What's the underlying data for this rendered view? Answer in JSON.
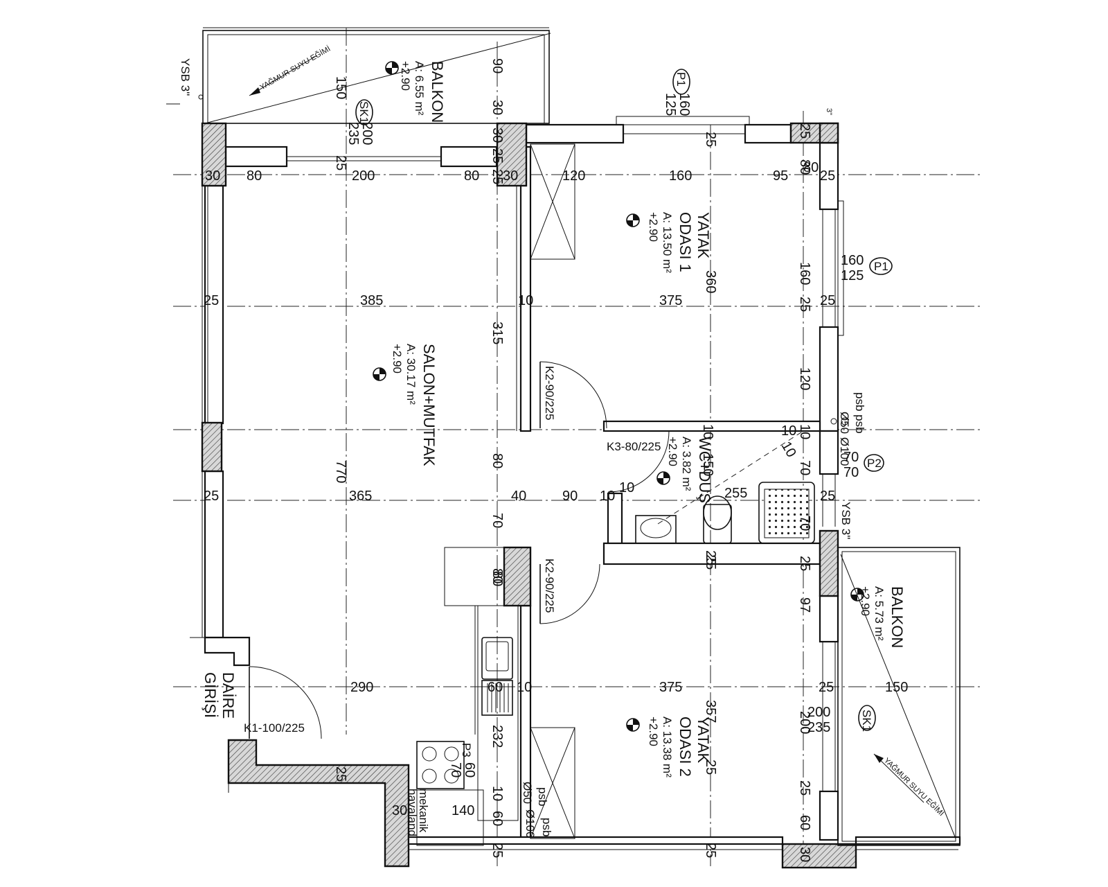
{
  "rooms": {
    "balkon_top": {
      "name": "BALKON",
      "area": "A: 6.55 m²",
      "level": "+2.90"
    },
    "salon": {
      "name": "SALON+MUTFAK",
      "area": "A: 30.17 m²",
      "level": "+2.90"
    },
    "yatak1": {
      "name1": "YATAK",
      "name2": "ODASI 1",
      "area": "A: 13.50 m²",
      "level": "+2.90"
    },
    "wc": {
      "name": "WC+DUŞ",
      "area": "A: 3.82 m²",
      "level": "+2.90"
    },
    "balkon_right": {
      "name": "BALKON",
      "area": "A: 5.73 m²",
      "level": "+2.90"
    },
    "yatak2": {
      "name1": "YATAK",
      "name2": "ODASI 2",
      "area": "A: 13.38 m²",
      "level": "+2.90"
    },
    "entrance": {
      "name1": "DAİRE",
      "name2": "GİRİŞİ"
    }
  },
  "doors": {
    "k1": "K1-100/225",
    "k2_top": "K2-90/225",
    "k2_bottom": "K2-90/225",
    "k3": "K3-80/225"
  },
  "windows": {
    "sk1_top": {
      "tag": "SK1",
      "w": "200",
      "h": "235"
    },
    "p1_top": {
      "tag": "P1",
      "w": "160",
      "h": "125"
    },
    "p1_right": {
      "tag": "P1",
      "w": "160",
      "h": "125"
    },
    "p2": {
      "tag": "P2",
      "w": "70",
      "h": "70"
    },
    "sk1_right": {
      "tag": "SK1",
      "w": "200",
      "h": "235"
    },
    "p3": {
      "tag": "P3",
      "w": "60",
      "h": "70"
    }
  },
  "notes": {
    "ysb_top": "YSB 3\"",
    "ysb_right": "YSB 3\"",
    "rain_top": "YAĞMUR SUYU EĞİMİ",
    "rain_right": "YAĞMUR SUYU EĞİMİ",
    "psb_pipes": "psb psb",
    "pipe_sizes": "Ø50 Ø100",
    "psb_k1": "psb",
    "psb_k2": "psb",
    "pipe_k1": "Ø50",
    "pipe_k2": "Ø100",
    "mech_vent1": "mekanik",
    "mech_vent2": "havaland",
    "three_in": "3\""
  },
  "dimensions": {
    "row1": [
      "30",
      "80",
      "200",
      "80",
      "30",
      "120",
      "160",
      "95",
      "80",
      "25"
    ],
    "row2": [
      "25",
      "385",
      "10",
      "375",
      "25"
    ],
    "row3": [
      "25",
      "365",
      "40",
      "90",
      "10",
      "10",
      "255",
      "25"
    ],
    "row4": [
      "290",
      "10",
      "375",
      "25",
      "150"
    ],
    "col_salon": [
      "150",
      "770"
    ],
    "col_mid": [
      "90",
      "30",
      "30",
      "25",
      "25",
      "315",
      "80",
      "70",
      "80",
      "232",
      "10",
      "60",
      "25"
    ],
    "col_wc": [
      "10",
      "150"
    ],
    "col_mid2": [
      "25",
      "360",
      "25",
      "357",
      "25"
    ],
    "col_right": [
      "25",
      "80",
      "160",
      "25",
      "120",
      "10",
      "10",
      "70",
      "70",
      "25",
      "97",
      "200",
      "60",
      "30"
    ],
    "misc": [
      "25",
      "25",
      "25",
      "30",
      "140",
      "60",
      "25",
      "25",
      "10",
      "80"
    ]
  }
}
